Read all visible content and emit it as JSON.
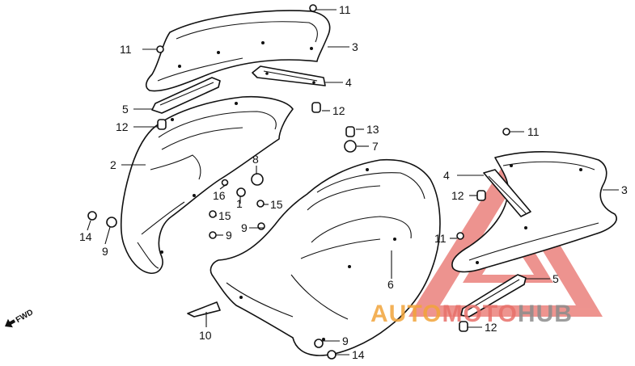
{
  "callouts": {
    "c11a": "11",
    "c3a": "3",
    "c11b": "11",
    "c4a": "4",
    "c5a": "5",
    "c12a": "12",
    "c12b": "12",
    "c13": "13",
    "c7": "7",
    "c2": "2",
    "c8": "8",
    "c16": "16",
    "c1": "1",
    "c15a": "15",
    "c15b": "15",
    "c9a": "9",
    "c9b": "9",
    "c14a": "14",
    "c9c": "9",
    "c6": "6",
    "c10": "10",
    "c9d": "9",
    "c14b": "14",
    "c11c": "11",
    "c4b": "4",
    "c3b": "3",
    "c12c": "12",
    "c11d": "11",
    "c5b": "5",
    "c12d": "12"
  },
  "fwd_label": "FWD",
  "watermark": {
    "part1": "AUTO",
    "part2": "MOTO",
    "part3": "HUB",
    "color_orange": "#f2a43a",
    "color_red": "#e8706a",
    "color_gray": "#8c8c8c"
  }
}
